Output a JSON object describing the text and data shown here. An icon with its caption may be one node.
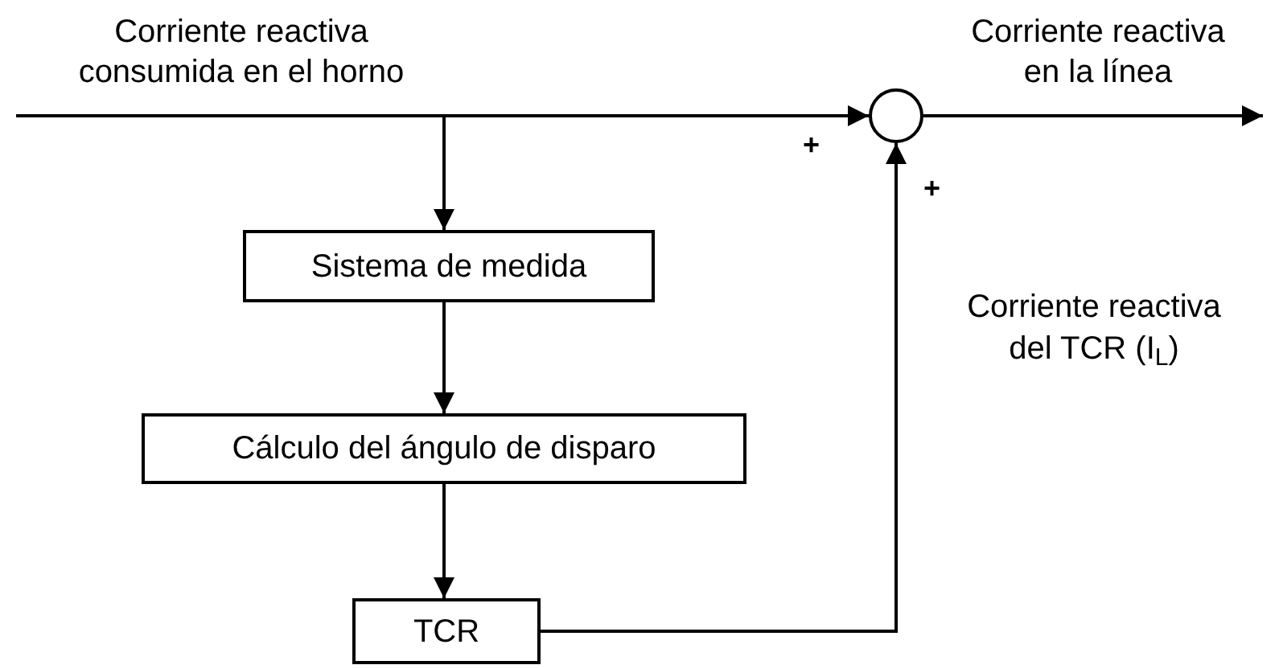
{
  "diagram": {
    "nodes": [
      {
        "text": [
          "Corriente reactiva consumida en el horno"
        ]
      },
      {
        "text": [],
        "shape": "circle"
      },
      {
        "text": [
          "Corriente reactiva en la línea"
        ]
      },
      {
        "text": [
          "Sistema de medida"
        ]
      },
      {
        "text": [
          "Cálculo del ángulo de disparo"
        ]
      },
      {
        "text": [
          "TCR"
        ]
      }
    ],
    "edges": [
      {
        "from": 0,
        "to": 1,
        "arrow": "to"
      },
      {
        "from": 0,
        "to": 3,
        "arrow": "to"
      },
      {
        "from": 3,
        "to": 4,
        "arrow": "to"
      },
      {
        "from": 4,
        "to": 5,
        "arrow": "to"
      },
      {
        "from": 5,
        "to": 1,
        "arrow": "to",
        "label": "Corriente reactiva del TCR (I$_{L}$)"
      },
      {
        "from": 1,
        "to": 2,
        "arrow": "to"
      }
    ],
    "labels": [
      "+",
      "+"
    ]
  }
}
